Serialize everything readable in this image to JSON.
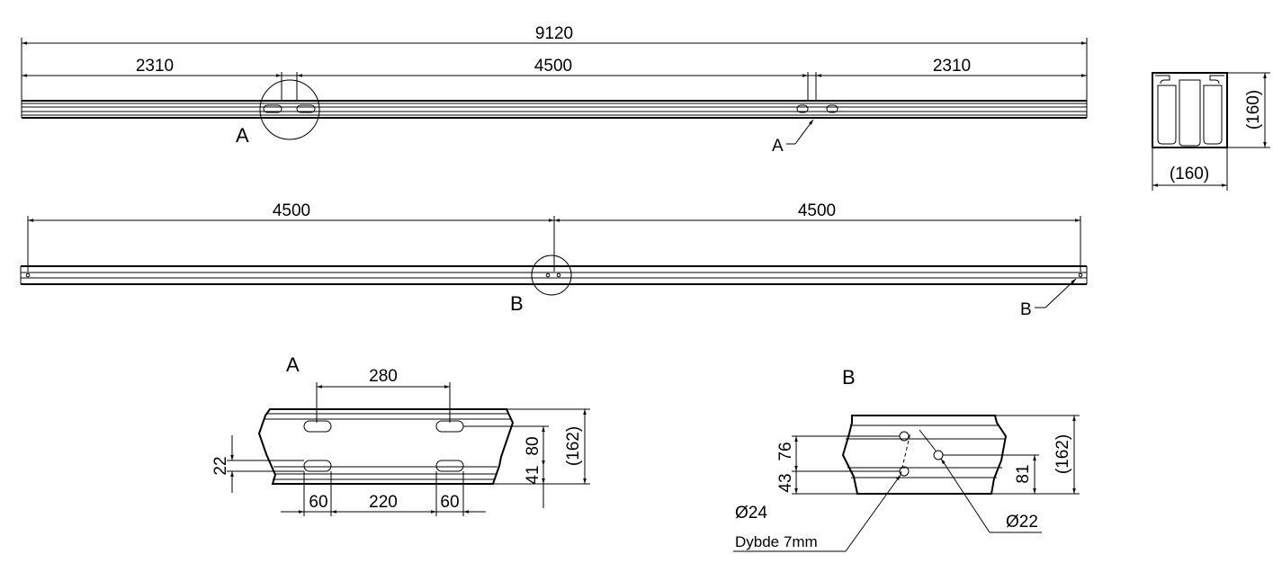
{
  "top_view": {
    "overall": "9120",
    "left": "2310",
    "middle": "4500",
    "right": "2310",
    "detail_label": "A",
    "leader_label": "A"
  },
  "cross_section": {
    "height": "(160)",
    "width": "(160)"
  },
  "side_view": {
    "left": "4500",
    "right": "4500",
    "detail_label": "B",
    "leader_label": "B"
  },
  "detail_a": {
    "title": "A",
    "slot_spacing": "280",
    "offset": "22",
    "slot_width_left": "60",
    "slot_gap": "220",
    "slot_width_right": "60",
    "dim_80": "80",
    "dim_41": "41",
    "height": "(162)"
  },
  "detail_b": {
    "title": "B",
    "dim_76": "76",
    "dim_43": "43",
    "dim_81": "81",
    "height": "(162)",
    "hole_diameter": "Ø24",
    "depth": "Dybde 7mm",
    "hole_diameter_2": "Ø22"
  }
}
